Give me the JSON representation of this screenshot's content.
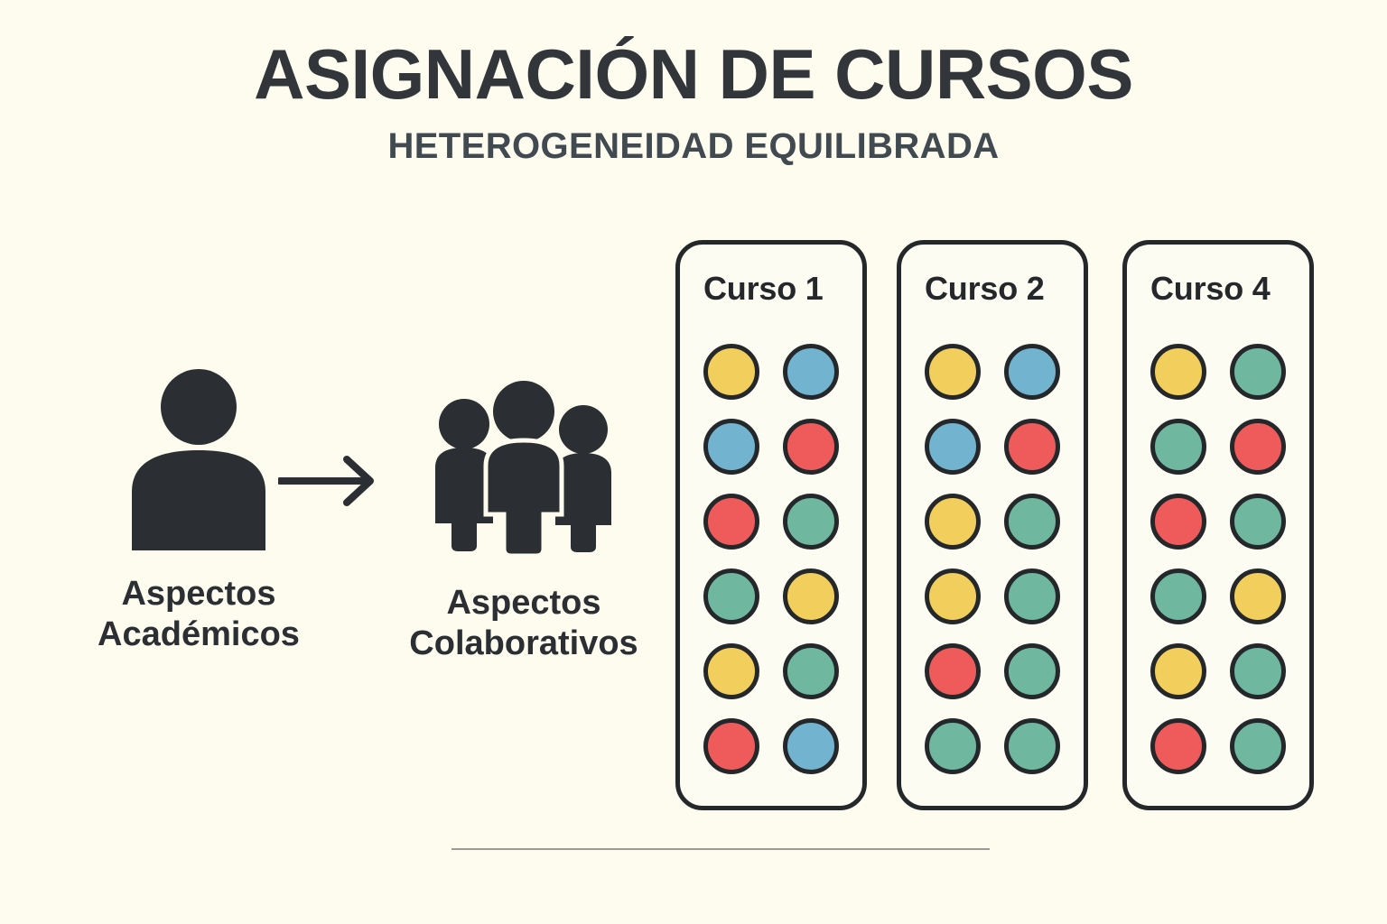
{
  "header": {
    "title": "ASIGNACIÓN DE CURSOS",
    "subtitle": "HETEROGENEIDAD EQUILIBRADA"
  },
  "concepts": {
    "source": {
      "icon": "single-person-icon",
      "label": "Aspectos\nAcadémicos"
    },
    "arrow": {
      "icon": "arrow-right-icon"
    },
    "target": {
      "icon": "group-people-icon",
      "label": "Aspectos\nColaborativos"
    }
  },
  "palette": {
    "background": "#FDFCEF",
    "card_background": "#FDFCF3",
    "outline": "#25282B",
    "title_text": "#32363A",
    "subtitle_text": "#414951",
    "rule": "#9A9A96",
    "yellow": "#F2CE5C",
    "blue": "#72B4D0",
    "red": "#EF5B5B",
    "green": "#6FB79E"
  },
  "cards": [
    {
      "title": "Curso 1",
      "rows": [
        [
          "yellow",
          "blue"
        ],
        [
          "blue",
          "red"
        ],
        [
          "red",
          "green"
        ],
        [
          "green",
          "yellow"
        ],
        [
          "yellow",
          "green"
        ],
        [
          "red",
          "blue"
        ]
      ]
    },
    {
      "title": "Curso 2",
      "rows": [
        [
          "yellow",
          "blue"
        ],
        [
          "blue",
          "red"
        ],
        [
          "yellow",
          "green"
        ],
        [
          "yellow",
          "green"
        ],
        [
          "red",
          "green"
        ],
        [
          "green",
          "green"
        ]
      ]
    },
    {
      "title": "Curso 4",
      "rows": [
        [
          "yellow",
          "green"
        ],
        [
          "green",
          "red"
        ],
        [
          "red",
          "green"
        ],
        [
          "green",
          "yellow"
        ],
        [
          "yellow",
          "green"
        ],
        [
          "red",
          "green"
        ]
      ]
    }
  ],
  "divider": {
    "name": "bottom-rule"
  }
}
